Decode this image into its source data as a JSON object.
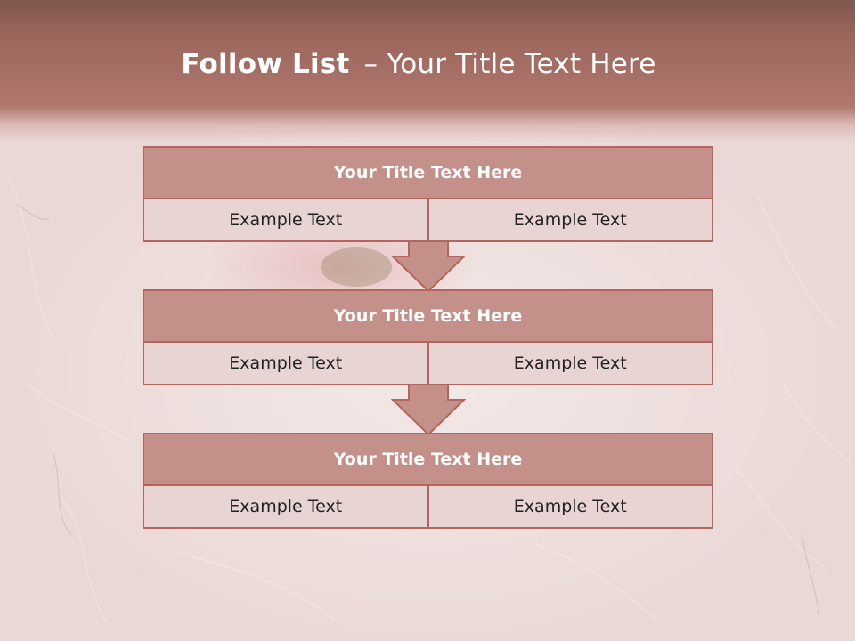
{
  "title": {
    "bold": "Follow List",
    "separator": "–",
    "rest": "Your Title Text Here"
  },
  "blocks": [
    {
      "title": "Your Title Text Here",
      "left": "Example Text",
      "right": "Example Text"
    },
    {
      "title": "Your Title Text Here",
      "left": "Example Text",
      "right": "Example Text"
    },
    {
      "title": "Your Title Text Here",
      "left": "Example Text",
      "right": "Example Text"
    }
  ],
  "colors": {
    "header": "#9c665c",
    "block_title_fill": "#c4918a",
    "block_border": "#b4665c",
    "block_cell_fill": "#e8d5d3",
    "arrow_fill": "#c4918a"
  }
}
